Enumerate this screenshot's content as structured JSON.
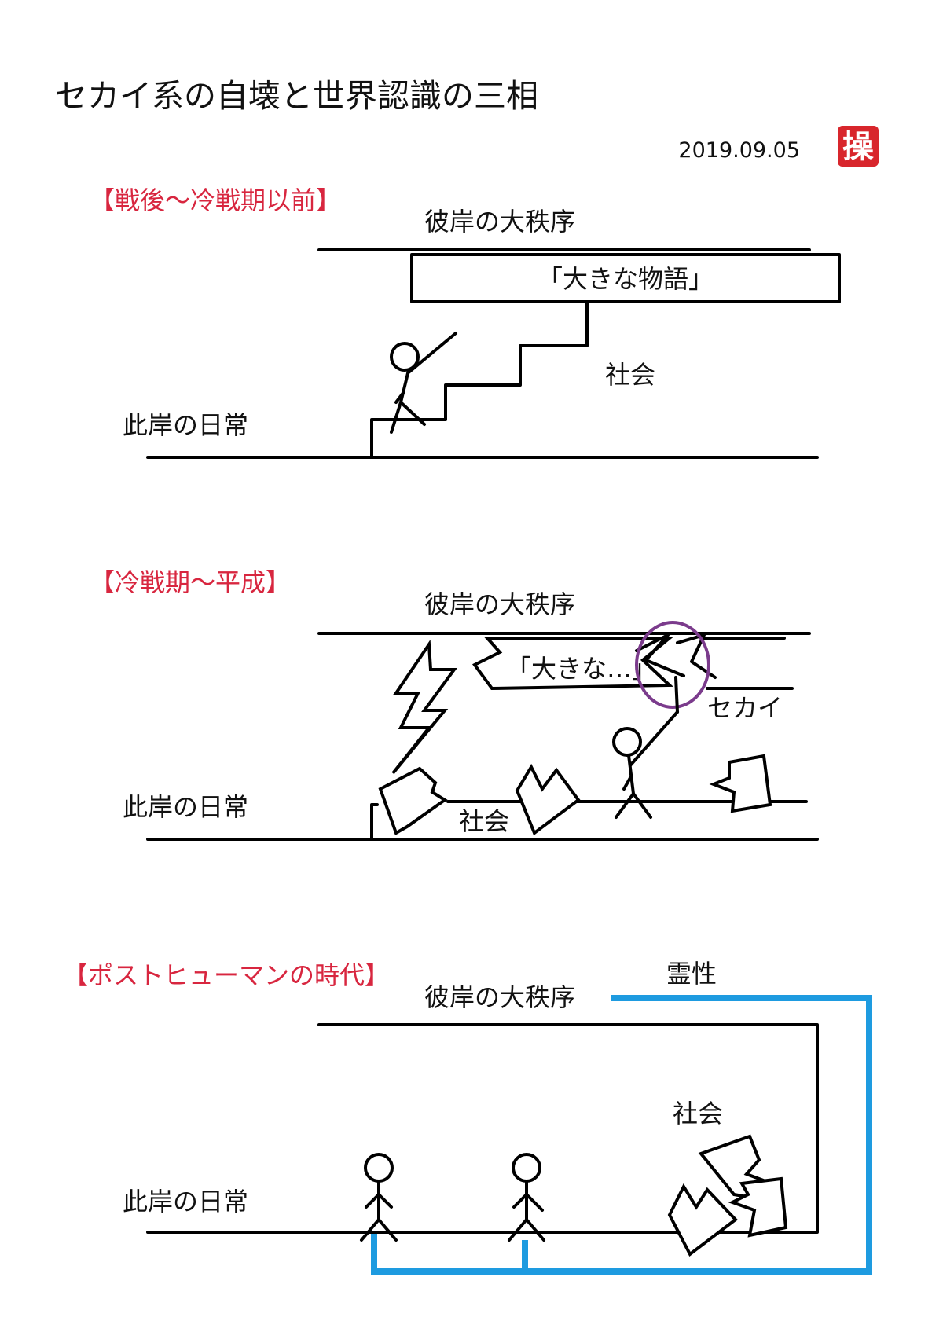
{
  "title": "セカイ系の自壊と世界認識の三相",
  "date": "2019.09.05",
  "seal": {
    "char": "操",
    "color": "#d8262c"
  },
  "colors": {
    "header": "#d8263f",
    "sekai": "#7b3b8c",
    "spirit": "#1e9be0",
    "ink": "#000000"
  },
  "panels": [
    {
      "header": "【戦後〜冷戦期以前】",
      "top_label": "彼岸の大秩序",
      "bottom_label": "此岸の日常",
      "story_box": "「大きな物語」",
      "society_label": "社会"
    },
    {
      "header": "【冷戦期〜平成】",
      "top_label": "彼岸の大秩序",
      "bottom_label": "此岸の日常",
      "story_box": "「大きな…」",
      "society_label": "社会",
      "sekai_label": "セカイ"
    },
    {
      "header": "【ポストヒューマンの時代】",
      "top_label": "彼岸の大秩序",
      "bottom_label": "此岸の日常",
      "society_label": "社会",
      "spirit_label": "霊性"
    }
  ]
}
